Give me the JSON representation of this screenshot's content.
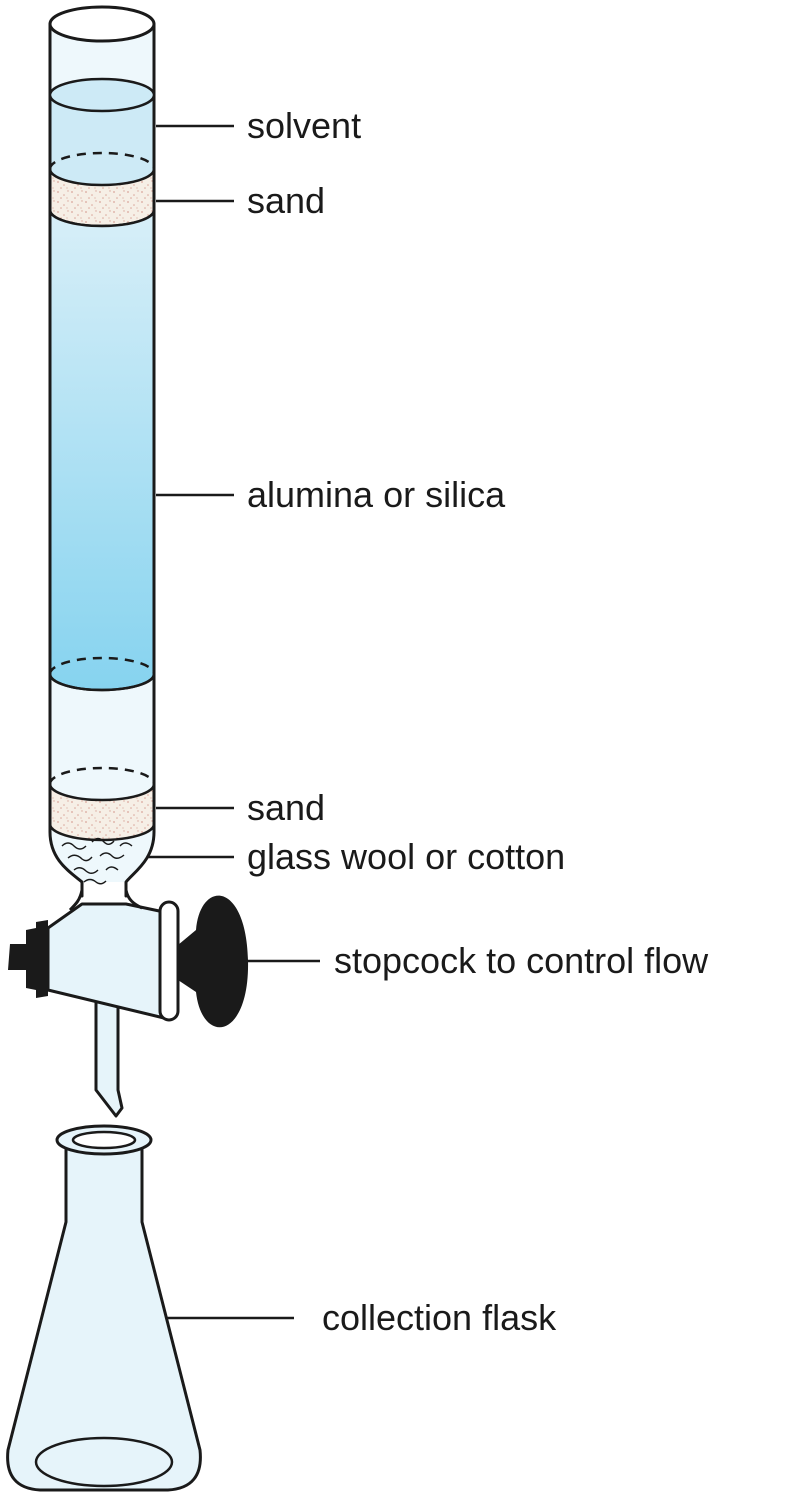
{
  "labels": {
    "solvent": "solvent",
    "sand_top": "sand",
    "stationary_phase": "alumina or silica",
    "sand_bottom": "sand",
    "plug": "glass wool or cotton",
    "stopcock": "stopcock to control flow",
    "flask": "collection flask"
  },
  "colors": {
    "solvent_fill": "#cdeaf6",
    "column_top": "#d8eff8",
    "column_bottom": "#86d3ef",
    "sand_fill": "#f6efe6",
    "sand_speckle": "#d9a69a",
    "glass_fill": "#e6f4fa",
    "stopcock_handle": "#1a1a1a",
    "outline": "#1a1a1a"
  }
}
